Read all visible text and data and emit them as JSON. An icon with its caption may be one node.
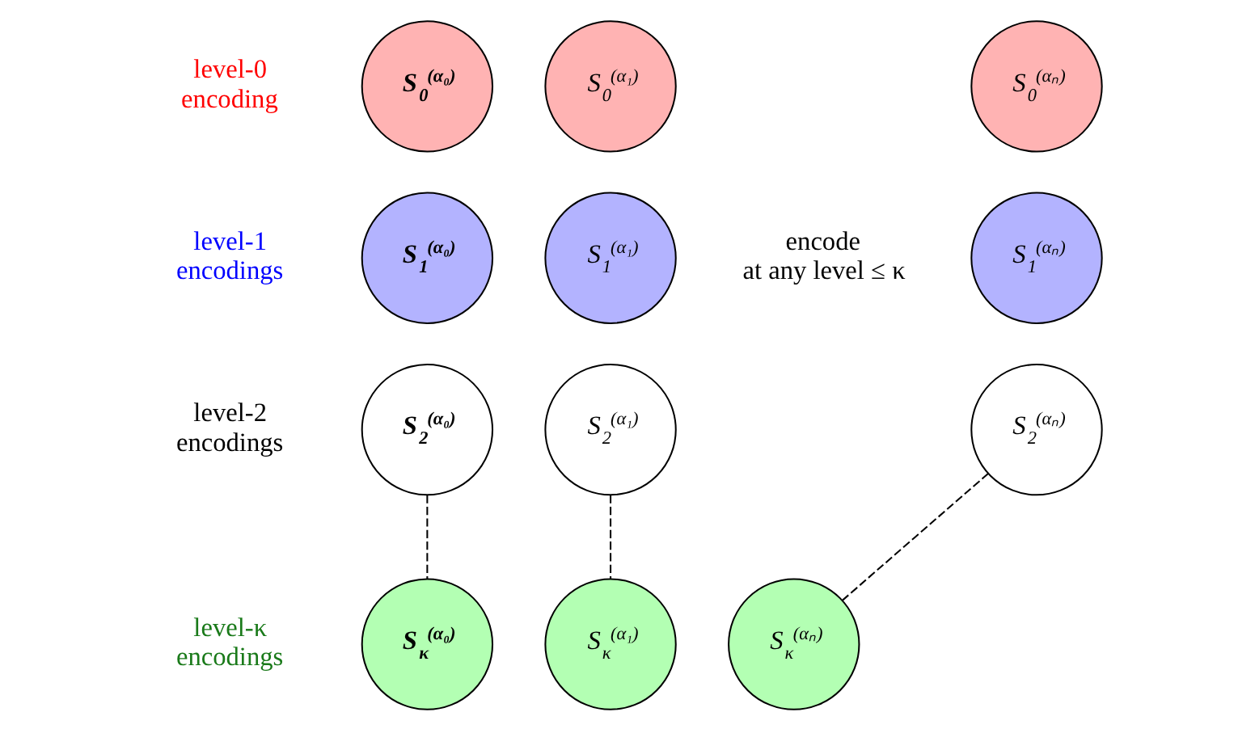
{
  "diagram": {
    "nodes": [
      {
        "text": [
          "S$_{0}$$^{(α₀)}$"
        ]
      },
      {
        "text": [
          "S$_{0}$$^{(α₁)}$"
        ]
      },
      {
        "text": [
          "S$_{0}$$^{(αₙ)}$"
        ]
      },
      {
        "text": [
          "S$_{1}$$^{(α₀)}$"
        ]
      },
      {
        "text": [
          "S$_{1}$$^{(α₁)}$"
        ]
      },
      {
        "text": [
          "S$_{1}$$^{(αₙ)}$"
        ]
      },
      {
        "text": [
          "S$_{2}$$^{(α₀)}$"
        ]
      },
      {
        "text": [
          "S$_{2}$$^{(α₁)}$"
        ]
      },
      {
        "text": [
          "S$_{2}$$^{(αₙ)}$"
        ]
      },
      {
        "text": [
          "S$_{κ}$$^{(α₀)}$"
        ]
      },
      {
        "text": [
          "S$_{κ}$$^{(α₁)}$"
        ]
      },
      {
        "text": [
          "S$_{κ}$$^{(αₙ)}$"
        ]
      }
    ],
    "edges": [
      {
        "from": 6,
        "to": 9,
        "arrow": "none",
        "style": "dashed"
      },
      {
        "from": 7,
        "to": 10,
        "arrow": "none",
        "style": "dashed"
      },
      {
        "from": 8,
        "to": 11,
        "arrow": "none",
        "style": "dashed"
      }
    ],
    "labels": [
      "level-0 encoding",
      "level-1 encodings",
      "level-2 encodings",
      "encode at any level ≤ κ",
      "level-κ encodings"
    ]
  }
}
